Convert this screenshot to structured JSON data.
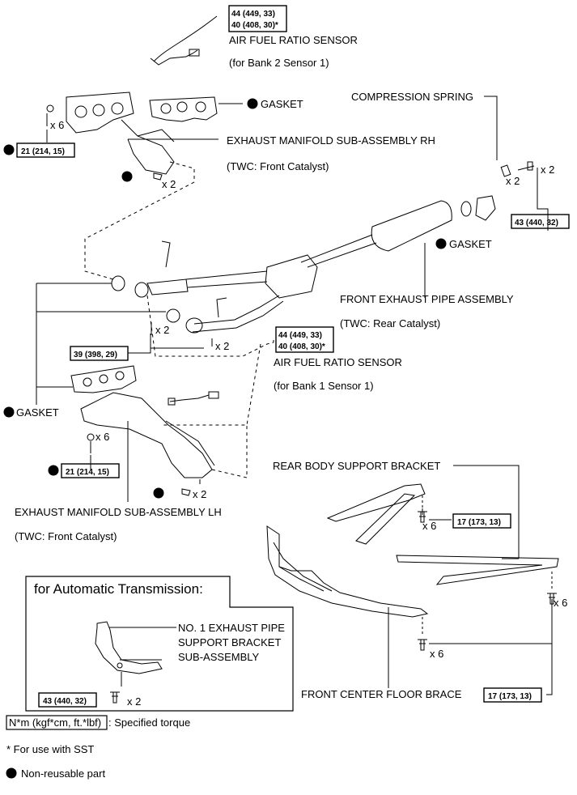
{
  "labels": {
    "af_sensor_bank2": "AIR FUEL RATIO SENSOR",
    "af_sensor_bank2_sub": "(for Bank 2 Sensor 1)",
    "af_sensor_bank1": "AIR FUEL RATIO SENSOR",
    "af_sensor_bank1_sub": "(for Bank 1 Sensor 1)",
    "gasket_top": "GASKET",
    "gasket_right": "GASKET",
    "gasket_left": "GASKET",
    "manifold_rh": "EXHAUST MANIFOLD SUB-ASSEMBLY RH",
    "manifold_rh_sub": "(TWC: Front Catalyst)",
    "manifold_lh": "EXHAUST MANIFOLD SUB-ASSEMBLY LH",
    "manifold_lh_sub": "(TWC: Front Catalyst)",
    "compression_spring": "COMPRESSION SPRING",
    "front_pipe": "FRONT EXHAUST PIPE ASSEMBLY",
    "front_pipe_sub": "(TWC: Rear Catalyst)",
    "rear_bracket": "REAR BODY SUPPORT BRACKET",
    "floor_brace": "FRONT CENTER FLOOR BRACE",
    "auto_trans_title": "for Automatic Transmission:",
    "support_bracket_1": "NO. 1 EXHAUST PIPE",
    "support_bracket_2": "SUPPORT BRACKET",
    "support_bracket_3": "SUB-ASSEMBLY"
  },
  "torques": {
    "sensor_b2_1": "44 (449, 33)",
    "sensor_b2_2": "40 (408, 30)*",
    "sensor_b1_1": "44 (449, 33)",
    "sensor_b1_2": "40 (408, 30)*",
    "manifold_rh": "21 (214, 15)",
    "manifold_lh": "21 (214, 15)",
    "spring_bolt": "43 (440, 32)",
    "pipe_joint": "39 (398, 29)",
    "bracket_rear": "17 (173, 13)",
    "floor_brace": "17 (173, 13)",
    "auto_bracket": "43 (440, 32)"
  },
  "quantities": {
    "q1": "x 6",
    "q2": "x 2",
    "q3": "x 2",
    "q4": "x 2",
    "q5": "x 2",
    "q6": "x 2",
    "q7": "x 6",
    "q8": "x 2",
    "q9": "x 6",
    "q10": "x 6",
    "q11": "x 6",
    "q12": "x 2"
  },
  "legend": {
    "torque_box": "N*m (kgf*cm, ft.*lbf)",
    "torque_text": ": Specified torque",
    "sst_note": "* For use with SST",
    "non_reusable": "Non-reusable part"
  }
}
